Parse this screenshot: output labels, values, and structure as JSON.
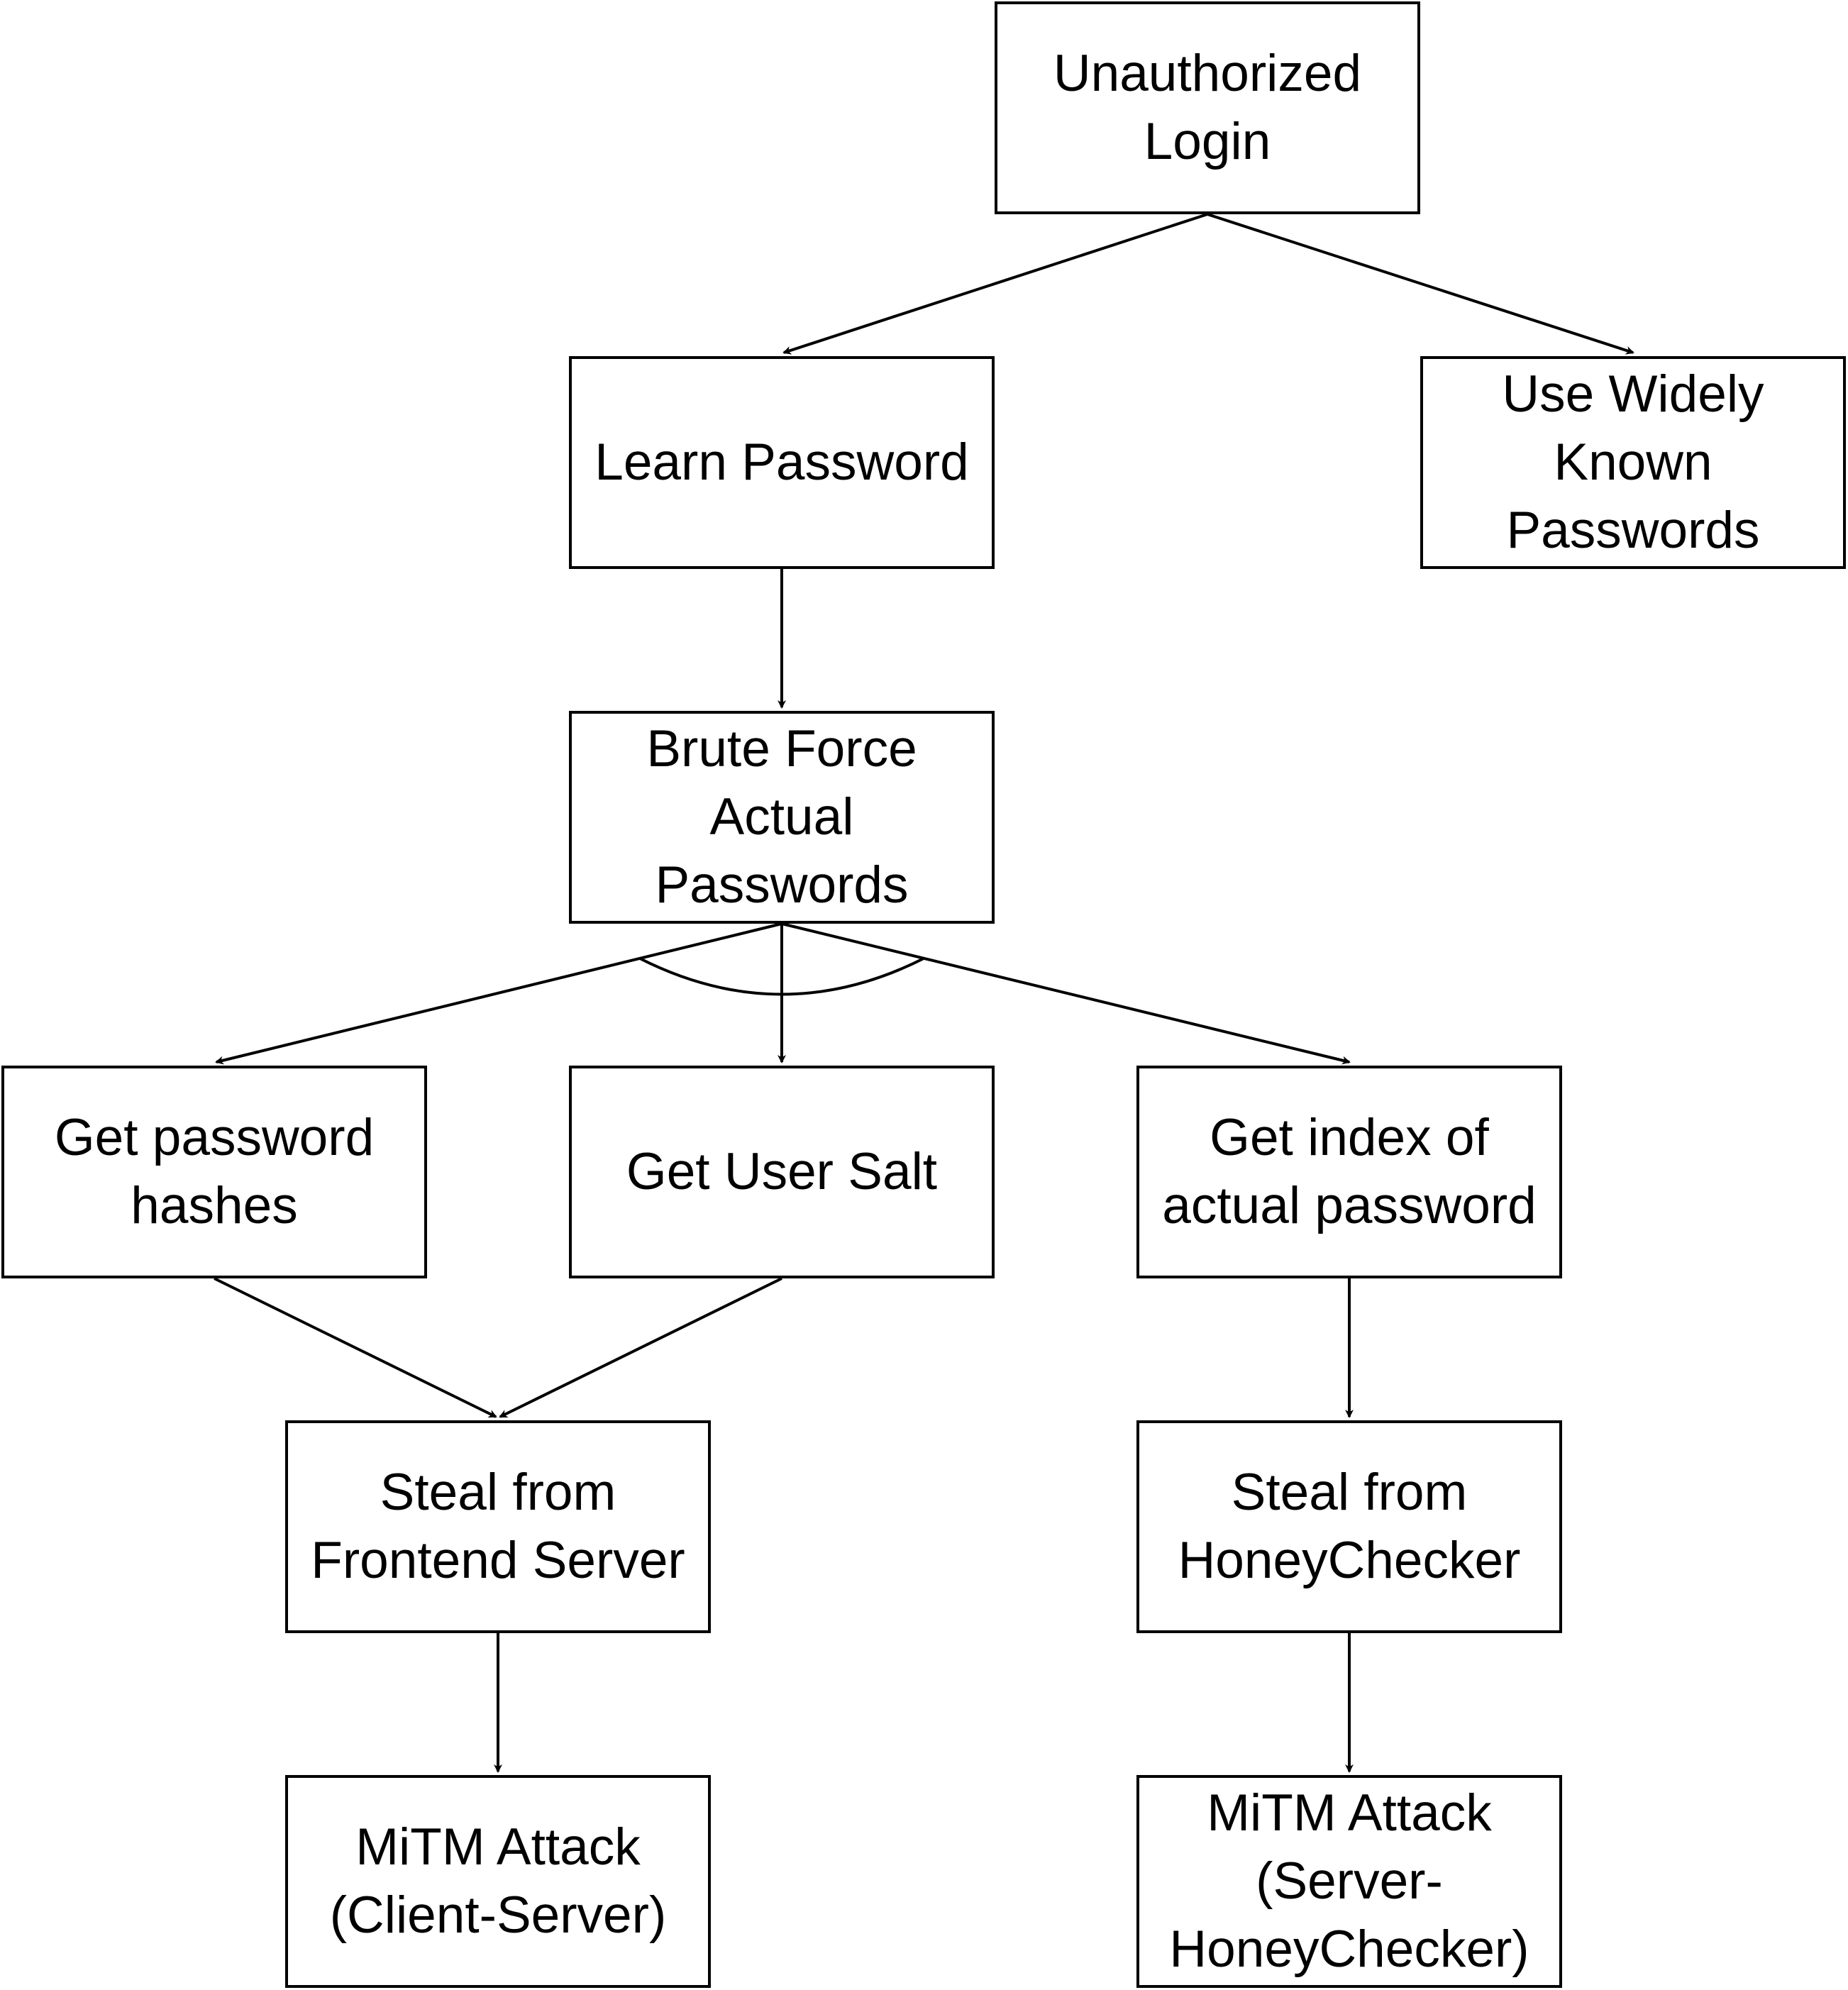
{
  "diagram": {
    "nodes": {
      "unauthorized_login": "Unauthorized\nLogin",
      "learn_password": "Learn Password",
      "widely_known": "Use Widely\nKnown\nPasswords",
      "brute_force": "Brute Force\nActual\nPasswords",
      "password_hashes": "Get password\nhashes",
      "user_salt": "Get User Salt",
      "password_index": "Get index of\nactual password",
      "steal_frontend": "Steal from\nFrontend Server",
      "steal_honeychecker": "Steal from\nHoneyChecker",
      "mitm_client_server": "MiTM Attack\n(Client-Server)",
      "mitm_server_honeychecker": "MiTM Attack\n(Server-\nHoneyChecker)"
    },
    "edges": [
      {
        "from": "unauthorized_login",
        "to": "learn_password"
      },
      {
        "from": "unauthorized_login",
        "to": "widely_known"
      },
      {
        "from": "learn_password",
        "to": "brute_force"
      },
      {
        "from": "brute_force",
        "to": "password_hashes",
        "and_group": true
      },
      {
        "from": "brute_force",
        "to": "user_salt",
        "and_group": true
      },
      {
        "from": "brute_force",
        "to": "password_index",
        "and_group": true
      },
      {
        "from": "password_hashes",
        "to": "steal_frontend"
      },
      {
        "from": "user_salt",
        "to": "steal_frontend"
      },
      {
        "from": "password_index",
        "to": "steal_honeychecker"
      },
      {
        "from": "steal_frontend",
        "to": "mitm_client_server"
      },
      {
        "from": "steal_honeychecker",
        "to": "mitm_server_honeychecker"
      }
    ],
    "colors": {
      "stroke": "#000000",
      "background": "#ffffff"
    }
  }
}
